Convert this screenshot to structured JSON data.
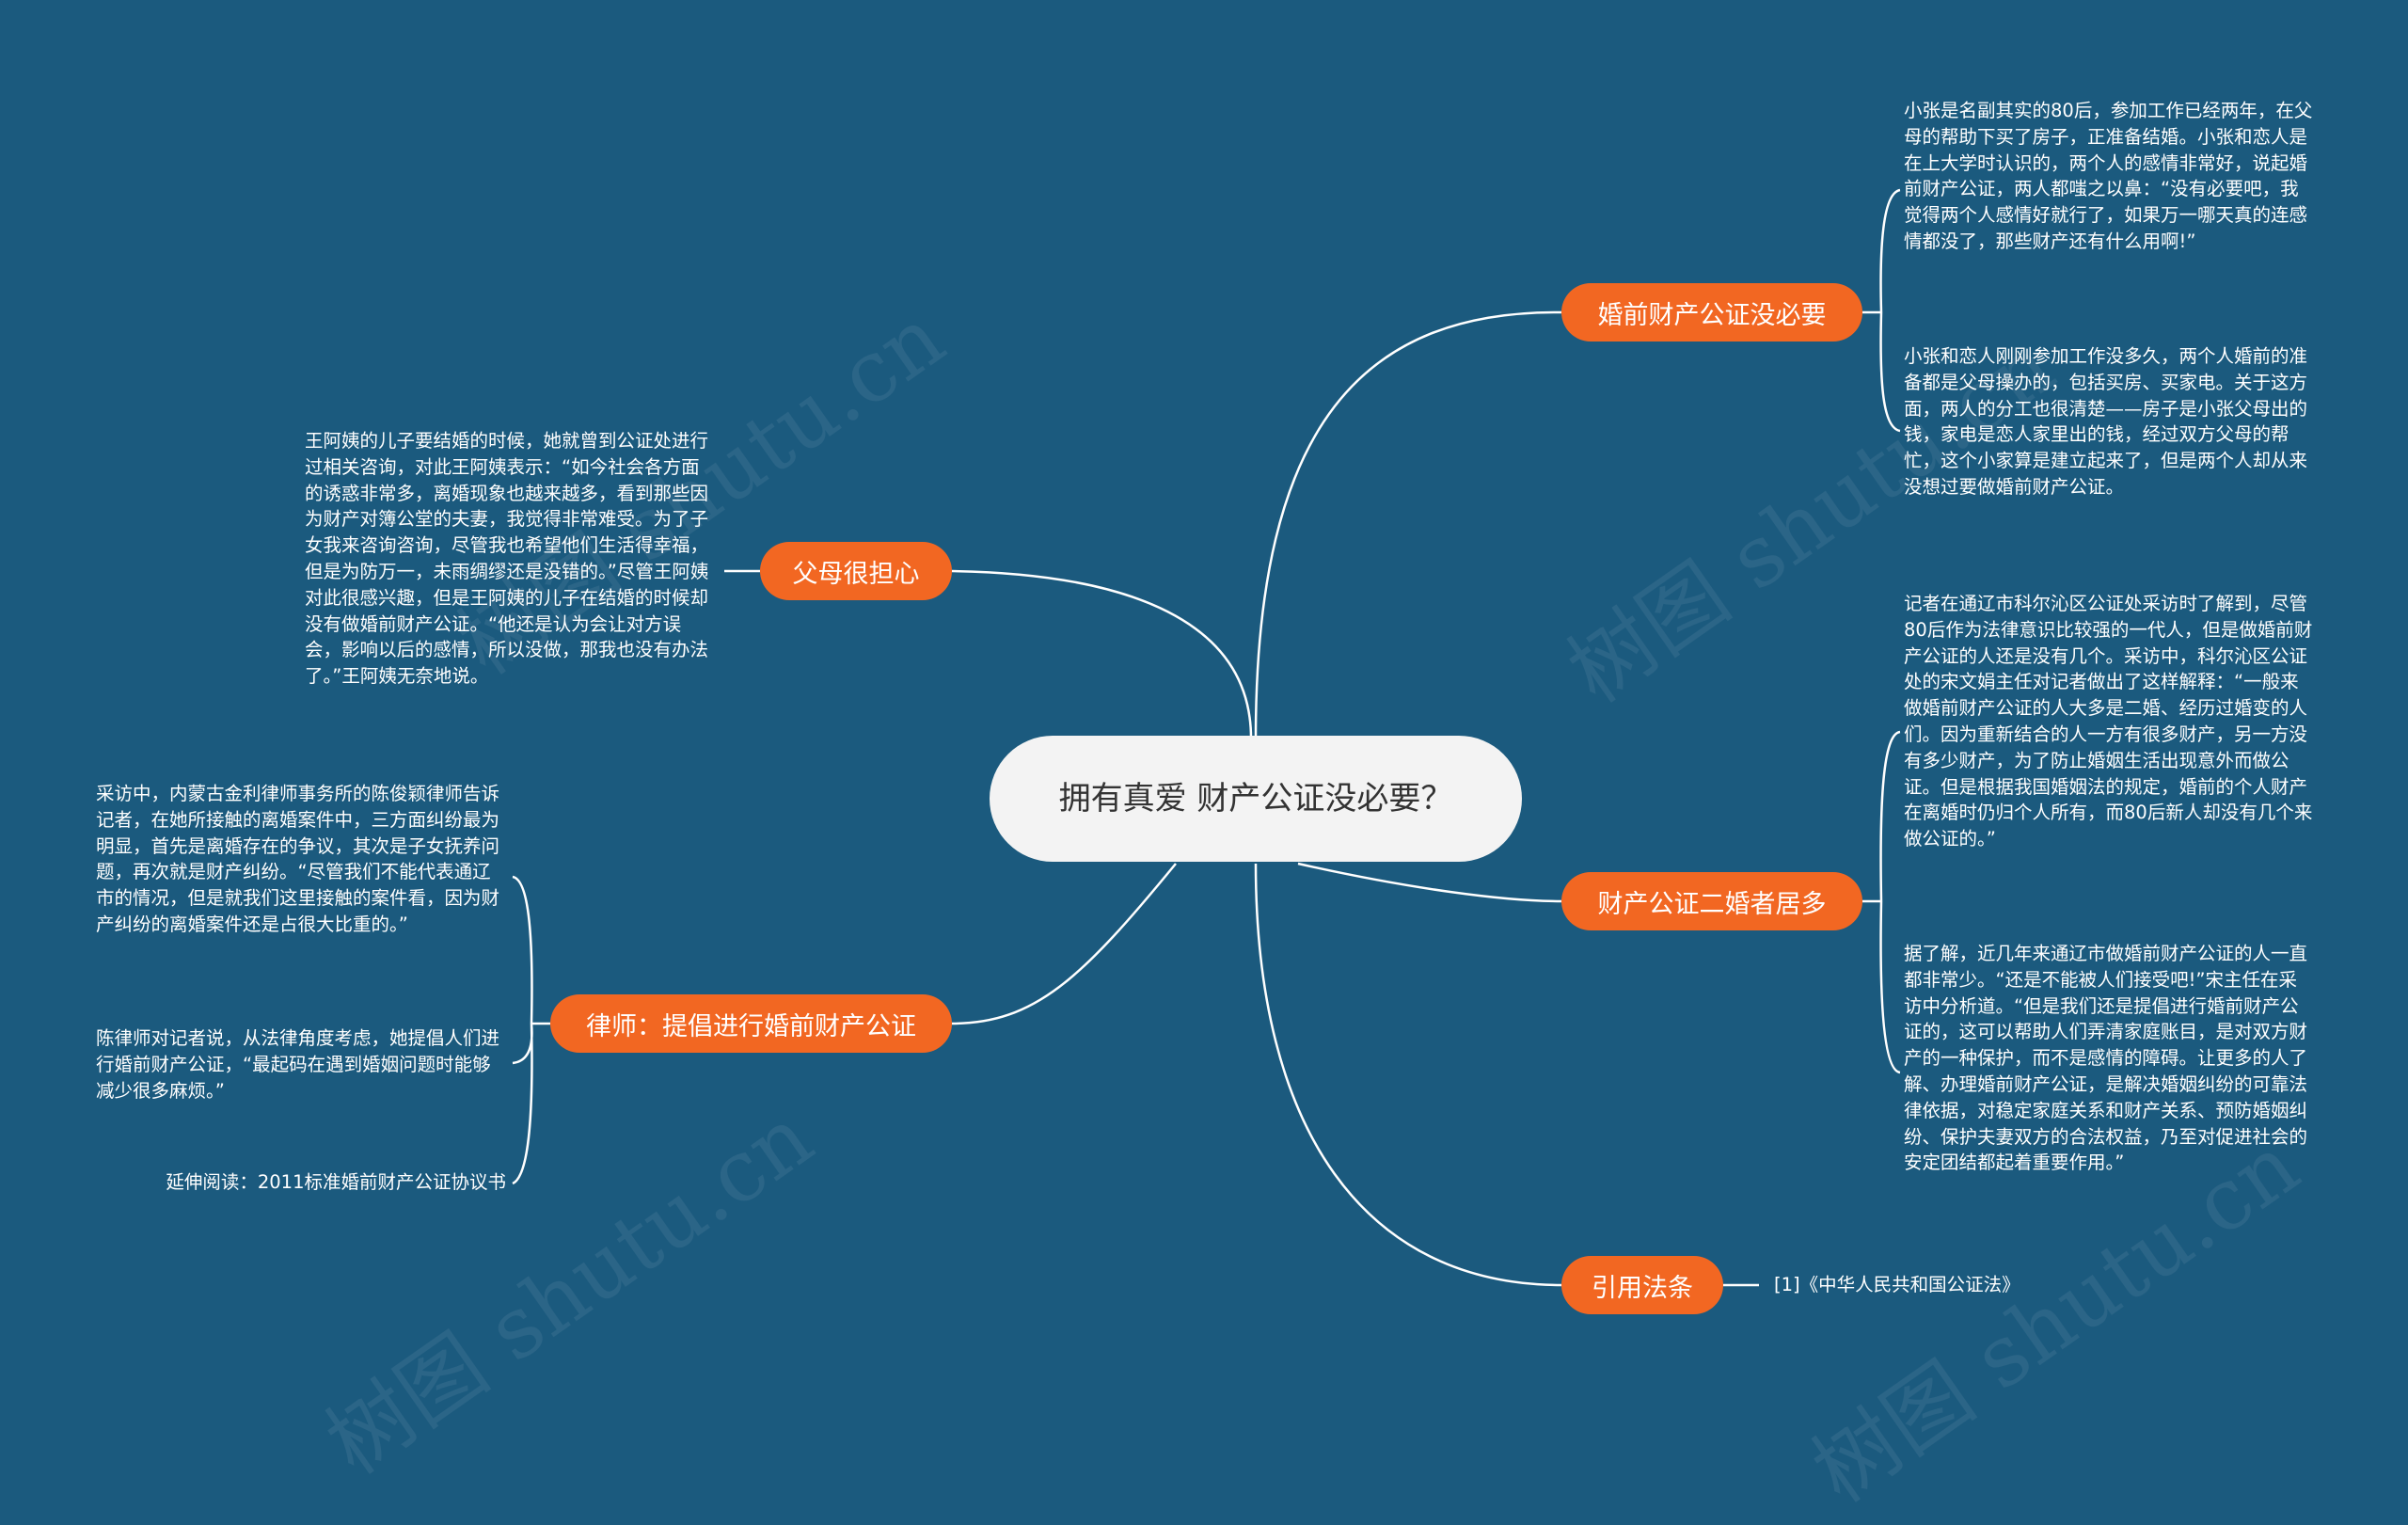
{
  "central": {
    "title": "拥有真爱 财产公证没必要？"
  },
  "topics": {
    "prenup": "婚前财产公证没必要",
    "parents": "父母很担心",
    "remarried": "财产公证二婚者居多",
    "lawyer": "律师：提倡进行婚前财产公证",
    "law": "引用法条"
  },
  "leaves": {
    "prenup_1": "小张是名副其实的80后，参加工作已经两年，在父母的帮助下买了房子，正准备结婚。小张和恋人是在上大学时认识的，两个人的感情非常好，说起婚前财产公证，两人都嗤之以鼻：“没有必要吧，我觉得两个人感情好就行了，如果万一哪天真的连感情都没了，那些财产还有什么用啊!”",
    "prenup_2": "小张和恋人刚刚参加工作没多久，两个人婚前的准备都是父母操办的，包括买房、买家电。关于这方面，两人的分工也很清楚——房子是小张父母出的钱，家电是恋人家里出的钱，经过双方父母的帮忙，这个小家算是建立起来了，但是两个人却从来没想过要做婚前财产公证。",
    "parents_1": "王阿姨的儿子要结婚的时候，她就曾到公证处进行过相关咨询，对此王阿姨表示：“如今社会各方面的诱惑非常多，离婚现象也越来越多，看到那些因为财产对簿公堂的夫妻，我觉得非常难受。为了子女我来咨询咨询，尽管我也希望他们生活得幸福，但是为防万一，未雨绸缪还是没错的。”尽管王阿姨对此很感兴趣，但是王阿姨的儿子在结婚的时候却没有做婚前财产公证。“他还是认为会让对方误会，影响以后的感情，所以没做，那我也没有办法了。”王阿姨无奈地说。",
    "remarried_1": "记者在通辽市科尔沁区公证处采访时了解到，尽管80后作为法律意识比较强的一代人，但是做婚前财产公证的人还是没有几个。采访中，科尔沁区公证处的宋文娟主任对记者做出了这样解释：“一般来做婚前财产公证的人大多是二婚、经历过婚变的人们。因为重新结合的人一方有很多财产，另一方没有多少财产，为了防止婚姻生活出现意外而做公证。但是根据我国婚姻法的规定，婚前的个人财产在离婚时仍归个人所有，而80后新人却没有几个来做公证的。”",
    "remarried_2": "据了解，近几年来通辽市做婚前财产公证的人一直都非常少。“还是不能被人们接受吧!”宋主任在采访中分析道。“但是我们还是提倡进行婚前财产公证的，这可以帮助人们弄清家庭账目，是对双方财产的一种保护，而不是感情的障碍。让更多的人了解、办理婚前财产公证，是解决婚姻纠纷的可靠法律依据，对稳定家庭关系和财产关系、预防婚姻纠纷、保护夫妻双方的合法权益，乃至对促进社会的安定团结都起着重要作用。”",
    "lawyer_1": "采访中，内蒙古金利律师事务所的陈俊颖律师告诉记者，在她所接触的离婚案件中，三方面纠纷最为明显，首先是离婚存在的争议，其次是子女抚养问题，再次就是财产纠纷。“尽管我们不能代表通辽市的情况，但是就我们这里接触的案件看，因为财产纠纷的离婚案件还是占很大比重的。”",
    "lawyer_2": "陈律师对记者说，从法律角度考虑，她提倡人们进行婚前财产公证，“最起码在遇到婚姻问题时能够减少很多麻烦。”",
    "lawyer_3": "延伸阅读：2011标准婚前财产公证协议书",
    "law_1": "[1]《中华人民共和国公证法》"
  },
  "watermark": "树图 shutu.cn",
  "colors": {
    "background": "#1b5a7e",
    "topic": "#f26722",
    "central": "#f3f3f3",
    "line": "#ffffff"
  }
}
